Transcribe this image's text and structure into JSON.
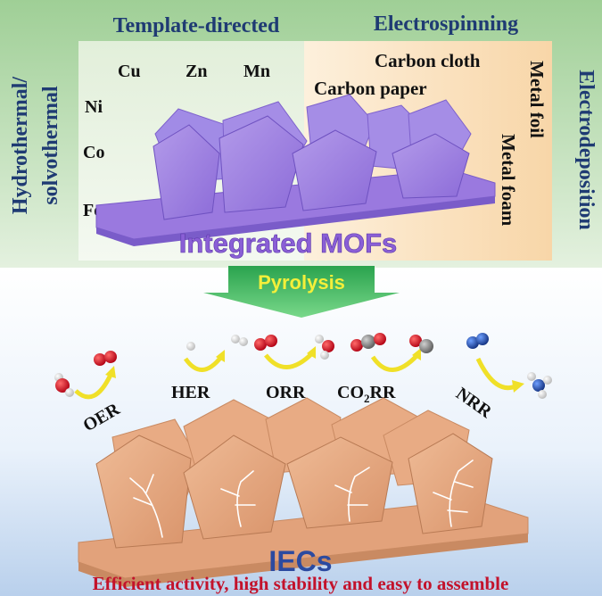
{
  "methods": {
    "template": "Template-directed",
    "electrospinning": "Electrospinning",
    "hydro_line1": "Hydrothermal/",
    "hydro_line2": "solvothermal",
    "electrodeposition": "Electrodeposition"
  },
  "metals": [
    "Cu",
    "Zn",
    "Mn",
    "Ni",
    "Co",
    "Fe"
  ],
  "substrates": {
    "cloth": "Carbon cloth",
    "paper": "Carbon paper",
    "foil": "Metal foil",
    "foam": "Metal foam"
  },
  "integrated_mofs": "Integrated MOFs",
  "pyrolysis": "Pyrolysis",
  "reactions": {
    "oer": "OER",
    "her": "HER",
    "orr": "ORR",
    "co2rr_prefix": "CO",
    "co2rr_sub": "2",
    "co2rr_suffix": "RR",
    "nrr": "NRR"
  },
  "iecs": "IECs",
  "tagline": "Efficient activity, high stability and easy to assemble",
  "colors": {
    "title_blue": "#1f3b73",
    "mof_purple": "#9a79df",
    "iec_tan": "#e2a27b",
    "arrow_green": "#3ec06a",
    "pyrolysis_yellow": "#f4ef3a",
    "tagline_red": "#c3122b",
    "iec_blue": "#2b4aa0"
  }
}
